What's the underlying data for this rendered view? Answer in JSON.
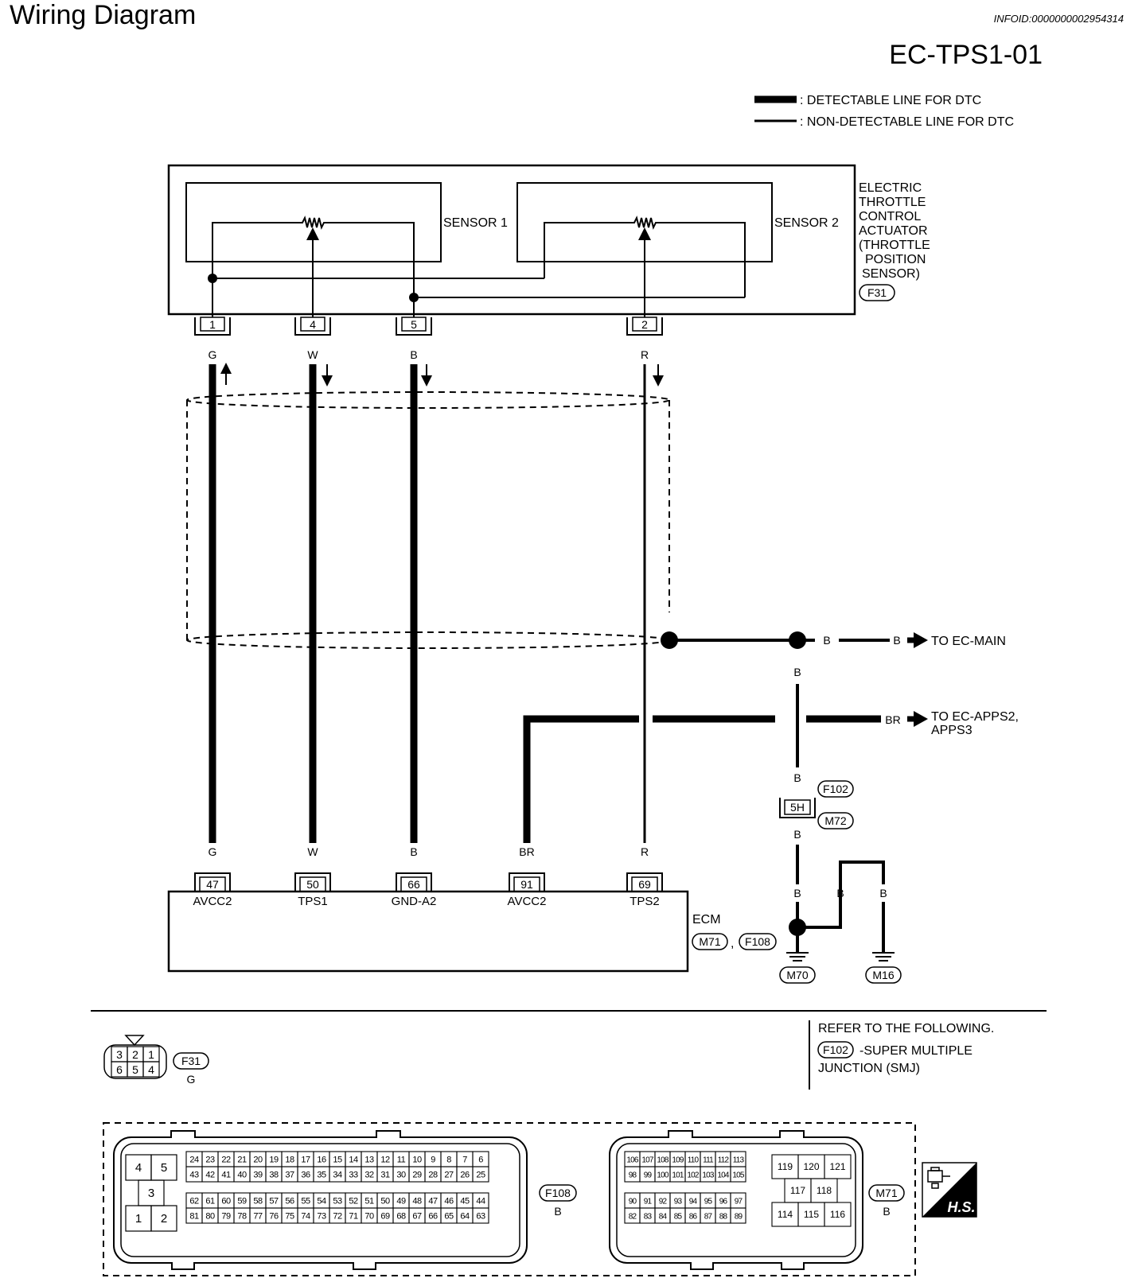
{
  "header": {
    "title": "Wiring Diagram",
    "infoid": "INFOID:0000000002954314",
    "code": "EC-TPS1-01"
  },
  "legend": {
    "detectable": ": DETECTABLE LINE FOR DTC",
    "non_detectable": ": NON-DETECTABLE LINE FOR DTC"
  },
  "actuator": {
    "name_lines": [
      "ELECTRIC",
      "THROTTLE",
      "CONTROL",
      "ACTUATOR",
      "(THROTTLE",
      "POSITION",
      "SENSOR)"
    ],
    "connector": "F31",
    "sensor1": "SENSOR 1",
    "sensor2": "SENSOR 2",
    "pins": [
      "1",
      "4",
      "5",
      "2"
    ],
    "pin_colors": [
      "G",
      "W",
      "B",
      "R"
    ]
  },
  "ecm": {
    "name": "ECM",
    "connectors": [
      "M71",
      "F108"
    ],
    "comma": ",",
    "pins": [
      "47",
      "50",
      "66",
      "91",
      "69"
    ],
    "pin_colors": [
      "G",
      "W",
      "B",
      "BR",
      "R"
    ],
    "terminal_names": [
      "AVCC2",
      "TPS1",
      "GND-A2",
      "AVCC2",
      "TPS2"
    ]
  },
  "ground": {
    "wire_labels": [
      "B",
      "B",
      "B",
      "B",
      "B",
      "B",
      "B",
      "B"
    ],
    "to_main": "TO EC-MAIN",
    "br_label": "BR",
    "to_apps_lines": [
      "TO EC-APPS2,",
      "APPS3"
    ],
    "joint_pin": "5H",
    "joint_connectors": [
      "F102",
      "M72"
    ],
    "grounds": [
      "M70",
      "M16"
    ]
  },
  "connector_f31": {
    "top_row": [
      "3",
      "2",
      "1"
    ],
    "bottom_row": [
      "6",
      "5",
      "4"
    ],
    "name": "F31",
    "color": "G"
  },
  "refer": {
    "heading": "REFER TO THE FOLLOWING.",
    "connector": "F102",
    "desc_lines": [
      "-SUPER MULTIPLE",
      "JUNCTION (SMJ)"
    ]
  },
  "connector_f108": {
    "name": "F108",
    "color": "B",
    "left_block": [
      "4",
      "5",
      "3",
      "1",
      "2"
    ],
    "rows": [
      [
        "24",
        "23",
        "22",
        "21",
        "20",
        "19",
        "18",
        "17",
        "16",
        "15",
        "14",
        "13",
        "12",
        "11",
        "10",
        "9",
        "8",
        "7",
        "6"
      ],
      [
        "43",
        "42",
        "41",
        "40",
        "39",
        "38",
        "37",
        "36",
        "35",
        "34",
        "33",
        "32",
        "31",
        "30",
        "29",
        "28",
        "27",
        "26",
        "25"
      ],
      [
        "62",
        "61",
        "60",
        "59",
        "58",
        "57",
        "56",
        "55",
        "54",
        "53",
        "52",
        "51",
        "50",
        "49",
        "48",
        "47",
        "46",
        "45",
        "44"
      ],
      [
        "81",
        "80",
        "79",
        "78",
        "77",
        "76",
        "75",
        "74",
        "73",
        "72",
        "71",
        "70",
        "69",
        "68",
        "67",
        "66",
        "65",
        "64",
        "63"
      ]
    ]
  },
  "connector_m71": {
    "name": "M71",
    "color": "B",
    "rows": [
      [
        "106",
        "107",
        "108",
        "109",
        "110",
        "111",
        "112",
        "113"
      ],
      [
        "98",
        "99",
        "100",
        "101",
        "102",
        "103",
        "104",
        "105"
      ],
      [
        "90",
        "91",
        "92",
        "93",
        "94",
        "95",
        "96",
        "97"
      ],
      [
        "82",
        "83",
        "84",
        "85",
        "86",
        "87",
        "88",
        "89"
      ]
    ],
    "right_top": [
      "119",
      "120",
      "121"
    ],
    "right_mid": [
      "117",
      "118"
    ],
    "right_bot": [
      "114",
      "115",
      "116"
    ]
  },
  "badge": {
    "text": "H.S."
  }
}
